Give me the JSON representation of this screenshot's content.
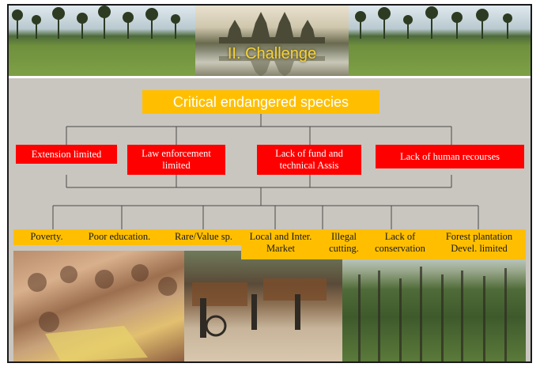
{
  "header": {
    "title": "II. Challenge"
  },
  "root": {
    "label": "Critical endangered species"
  },
  "challenges": [
    {
      "label": "Extension limited"
    },
    {
      "label": "Law enforcement limited"
    },
    {
      "label": "Lack of fund and technical Assis"
    },
    {
      "label": "Lack of human recourses"
    }
  ],
  "causes": [
    {
      "label": "Poverty."
    },
    {
      "label": "Poor education."
    },
    {
      "label": "Rare/Value sp."
    },
    {
      "label": "Local and Inter. Market"
    },
    {
      "label": "Illegal cutting."
    },
    {
      "label": "Lack of conservation"
    },
    {
      "label": "Forest plantation Devel. limited"
    }
  ],
  "colors": {
    "cause_fill": "#ffbf00",
    "challenge_fill": "#ff0000",
    "title_text": "#f5d33a"
  }
}
